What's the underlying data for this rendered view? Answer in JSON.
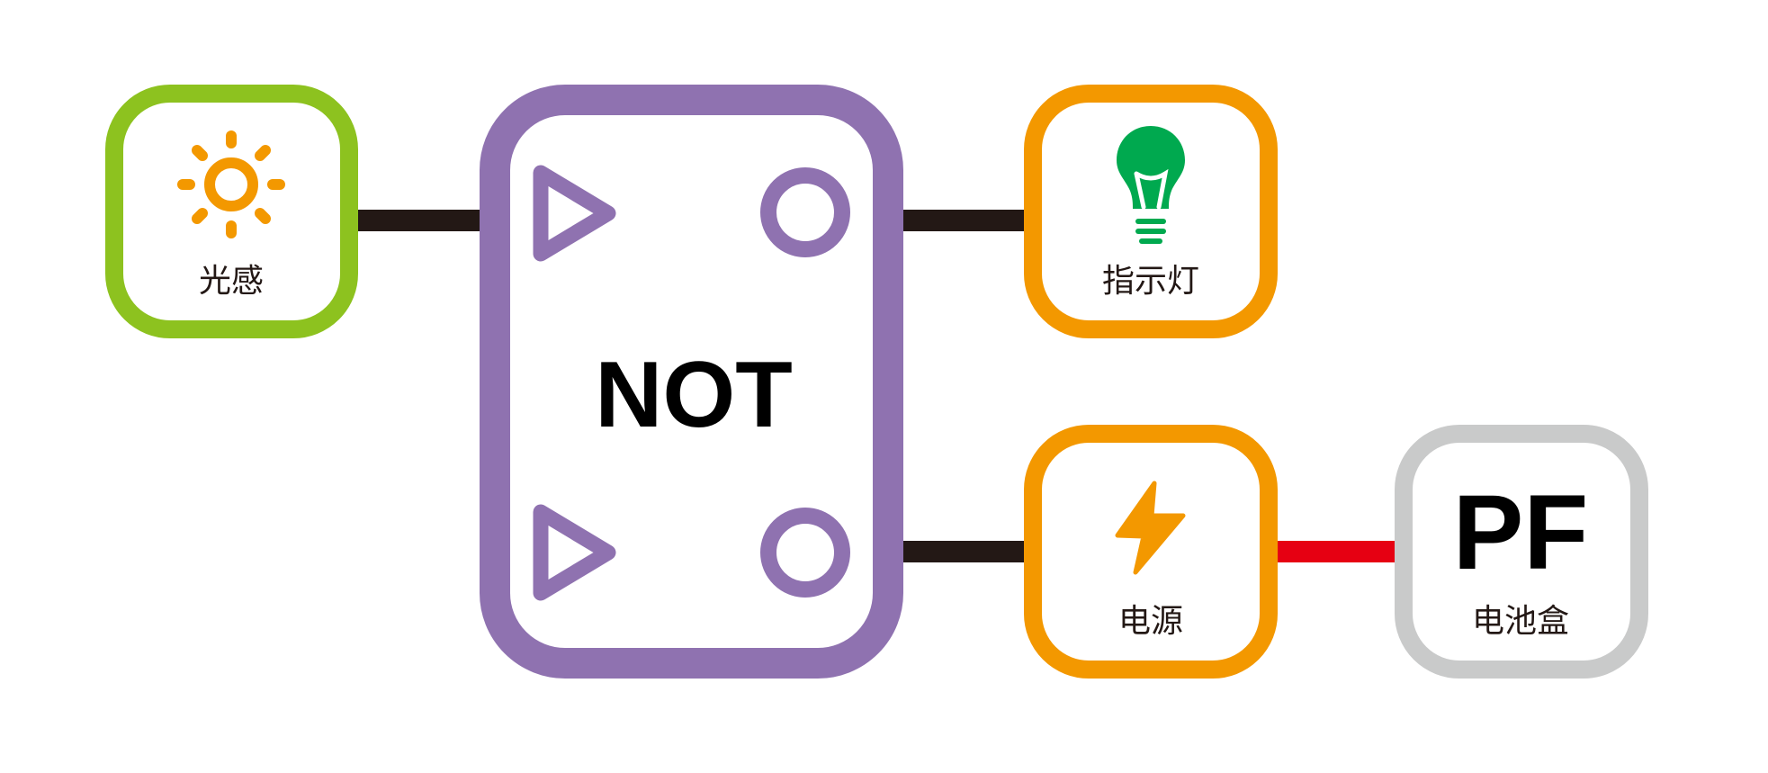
{
  "blocks": {
    "light_sensor": {
      "label": "光感",
      "icon": "sun-icon",
      "color": "#8dc21f"
    },
    "not_gate": {
      "label": "NOT",
      "color": "#8f72b0"
    },
    "indicator": {
      "label": "指示灯",
      "icon": "lightbulb-icon",
      "color": "#f39800",
      "icon_color": "#00a94f"
    },
    "power": {
      "label": "电源",
      "icon": "lightning-bolt-icon",
      "color": "#f39800"
    },
    "battery_box": {
      "label": "电池盒",
      "logo": "PF",
      "color": "#c9caca"
    }
  },
  "wires": {
    "signal_color": "#231815",
    "power_color": "#e60012"
  }
}
